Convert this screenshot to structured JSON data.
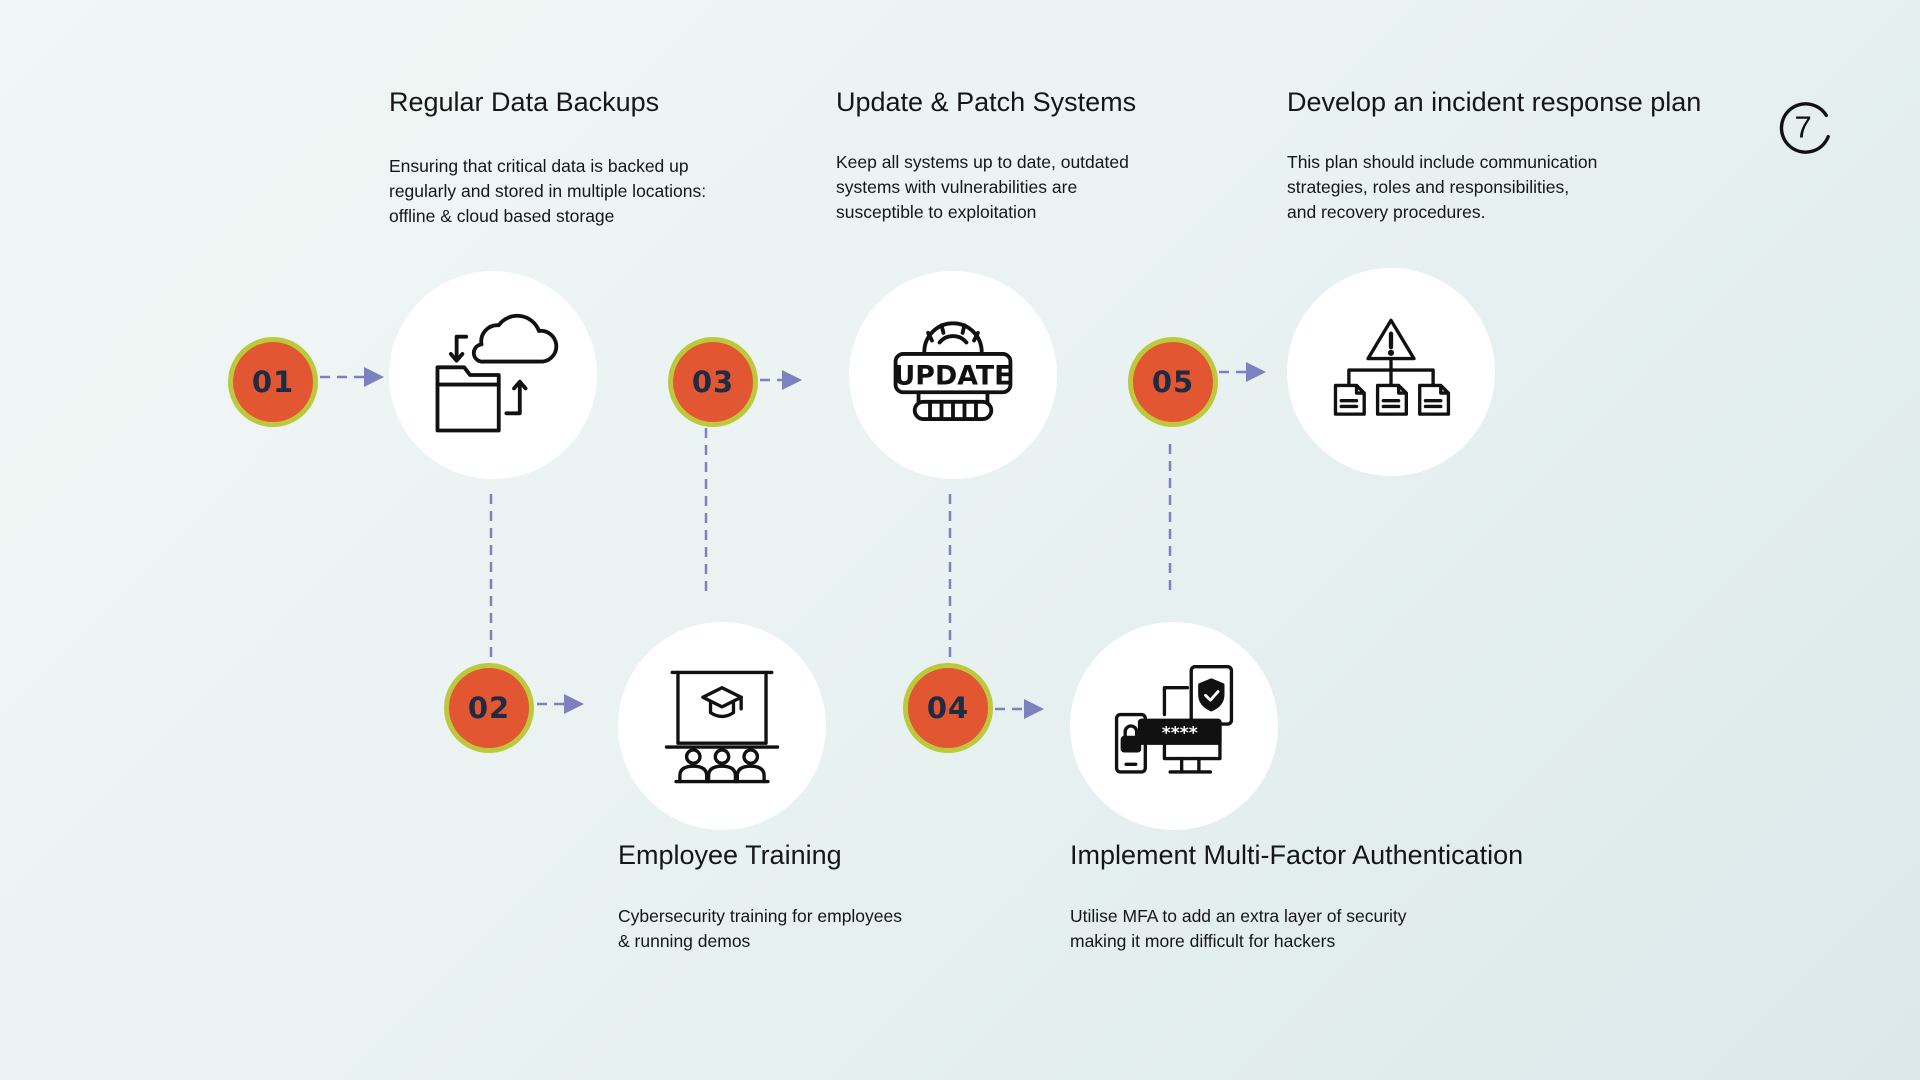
{
  "steps": [
    {
      "number": "01",
      "title": "Regular Data Backups",
      "description": [
        "Ensuring that critical data is backed up",
        "regularly and stored in multiple locations:",
        "offline & cloud based storage"
      ],
      "icon": "cloud-folder-sync-icon"
    },
    {
      "number": "02",
      "title": "Employee Training",
      "description": [
        "Cybersecurity training for employees",
        "& running demos"
      ],
      "icon": "classroom-training-icon"
    },
    {
      "number": "03",
      "title": "Update & Patch Systems",
      "description": [
        "Keep all systems up to date, outdated",
        "systems with vulnerabilities are",
        "susceptible to exploitation"
      ],
      "icon": "update-gear-icon",
      "icon_text": "UPDATE"
    },
    {
      "number": "04",
      "title": "Implement Multi-Factor Authentication",
      "description": [
        "Utilise MFA to add an extra layer of security",
        "making it more difficult for hackers"
      ],
      "icon": "multi-device-security-icon",
      "icon_text": "****"
    },
    {
      "number": "05",
      "title": "Develop an incident response plan",
      "description": [
        "This plan should include communication",
        "strategies, roles and responsibilities,",
        "and recovery procedures."
      ],
      "icon": "incident-hierarchy-icon"
    }
  ],
  "logo": {
    "icon": "seven-logo-icon",
    "text": "7"
  },
  "colors": {
    "badge_fill": "#e35632",
    "badge_ring": "#bdc93c",
    "badge_text": "#1d2b43",
    "connector": "#7b82bf"
  }
}
